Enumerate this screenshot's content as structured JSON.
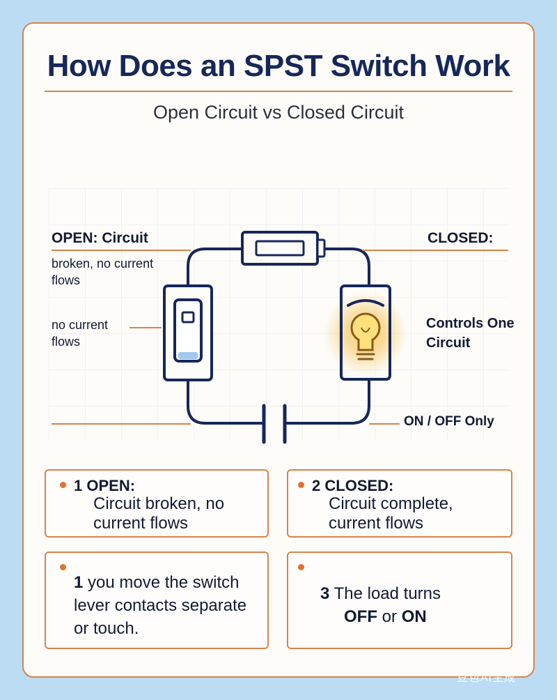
{
  "title": "How Does an SPST Switch Work",
  "subtitle": "Open Circuit vs Closed Circuit",
  "diagram": {
    "open_title": "OPEN: Circuit",
    "open_desc": "broken, no current flows",
    "no_current": "no current flows",
    "closed_title": "CLOSED:",
    "controls": "Controls One Circuit",
    "on_off": "ON / OFF Only"
  },
  "cards": [
    {
      "num": "1",
      "head": "OPEN:",
      "body": "Circuit broken, no current flows"
    },
    {
      "num": "2",
      "head": "CLOSED:",
      "body": "Circuit complete, current flows"
    },
    {
      "num": "1",
      "body": "you move the switch lever contacts separate or touch."
    },
    {
      "num": "3",
      "body_pre": "The load turns",
      "off": "OFF",
      "or": "or",
      "on": "ON"
    }
  ],
  "watermark": "豆包AI生成",
  "colors": {
    "navy": "#16275a",
    "accent": "#d9824a",
    "glow": "#f6c04a",
    "background": "#bcdcf4"
  }
}
